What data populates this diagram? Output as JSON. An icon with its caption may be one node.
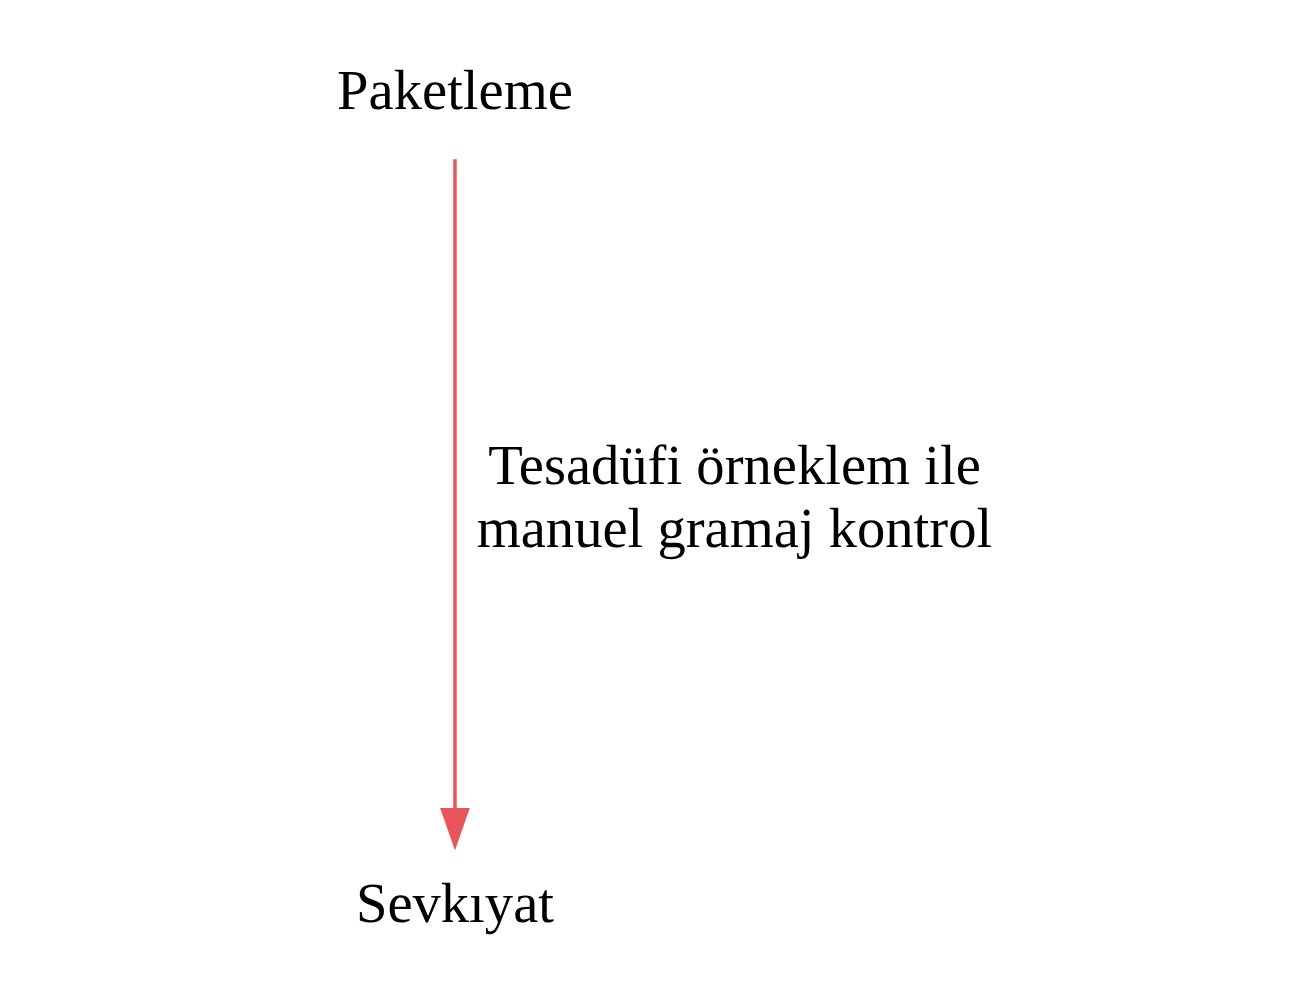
{
  "diagram": {
    "nodes": [
      {
        "text": [
          "Paketleme"
        ]
      },
      {
        "text": [
          "Sevkıyat"
        ]
      }
    ],
    "edges": [
      {
        "from": 0,
        "to": 1,
        "arrow": "to",
        "label": "Tesadüfi örneklem ile manuel gramaj kontrol",
        "color": "#e8555a"
      }
    ]
  }
}
